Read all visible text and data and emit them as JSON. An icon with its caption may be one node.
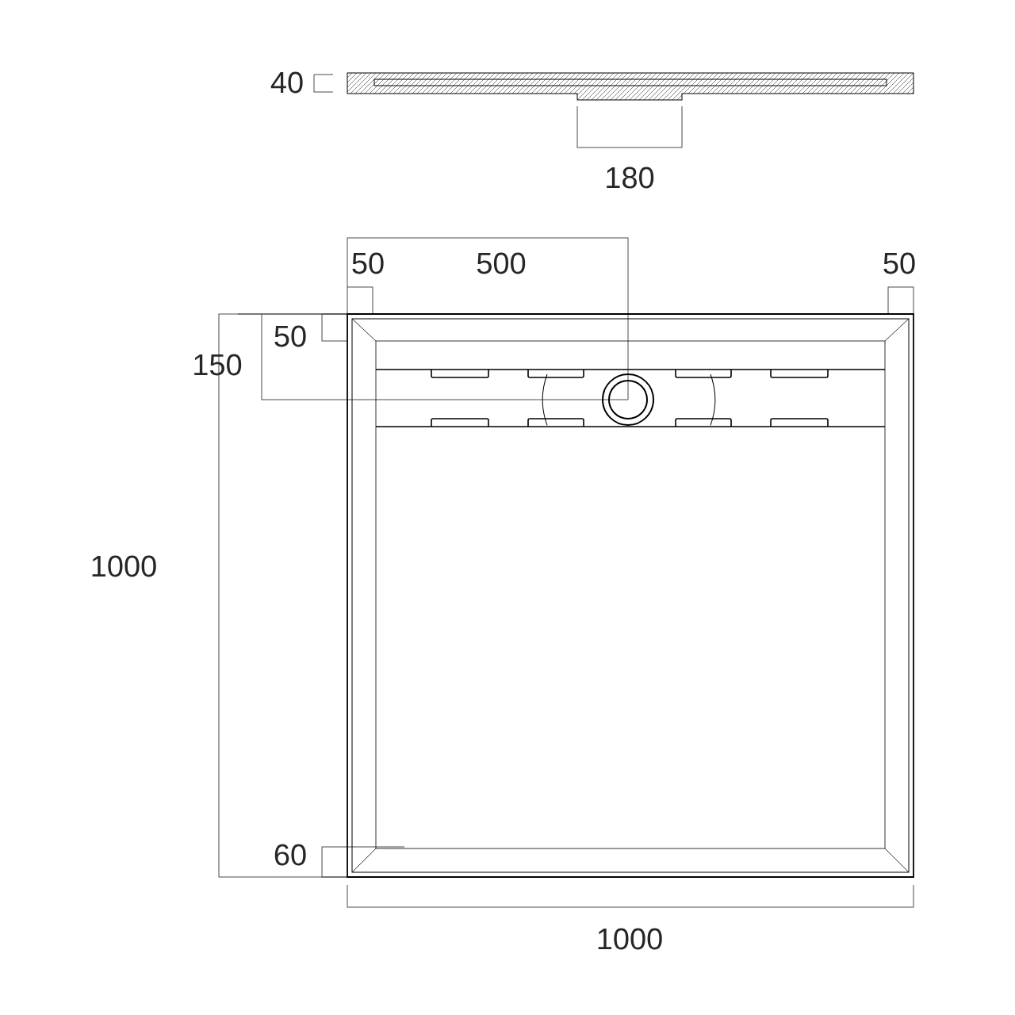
{
  "diagram": {
    "labels": [
      "40",
      "180",
      "50",
      "500",
      "50",
      "50",
      "150",
      "1000",
      "60",
      "1000"
    ]
  }
}
